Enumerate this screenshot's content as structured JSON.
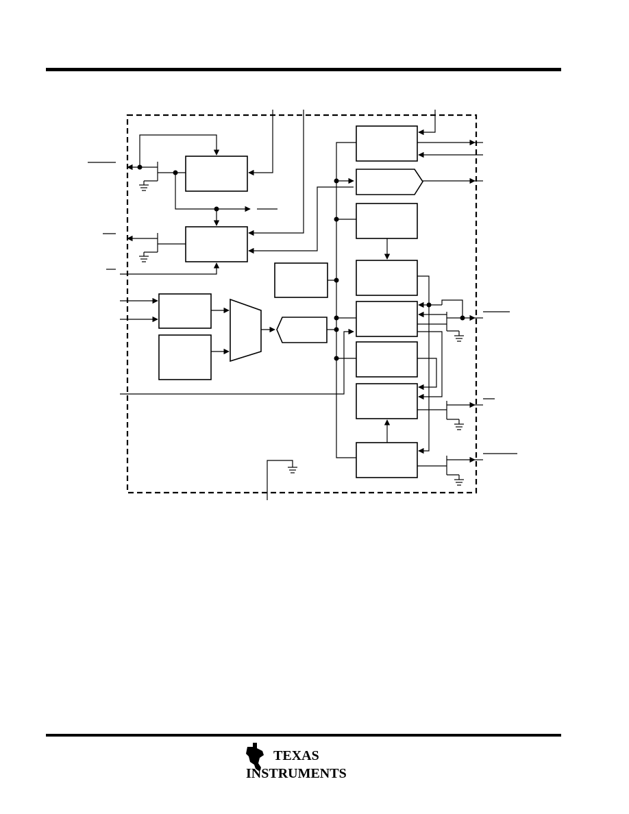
{
  "header": {},
  "diagram": {
    "blocks": [
      "block-1",
      "block-2",
      "block-3",
      "block-4",
      "block-5",
      "block-6",
      "block-7",
      "block-8",
      "block-9",
      "block-10",
      "block-11",
      "block-12",
      "block-13",
      "block-14",
      "block-15"
    ]
  },
  "footer": {
    "logo": {
      "line1": "Texas",
      "line2": "Instruments"
    }
  }
}
